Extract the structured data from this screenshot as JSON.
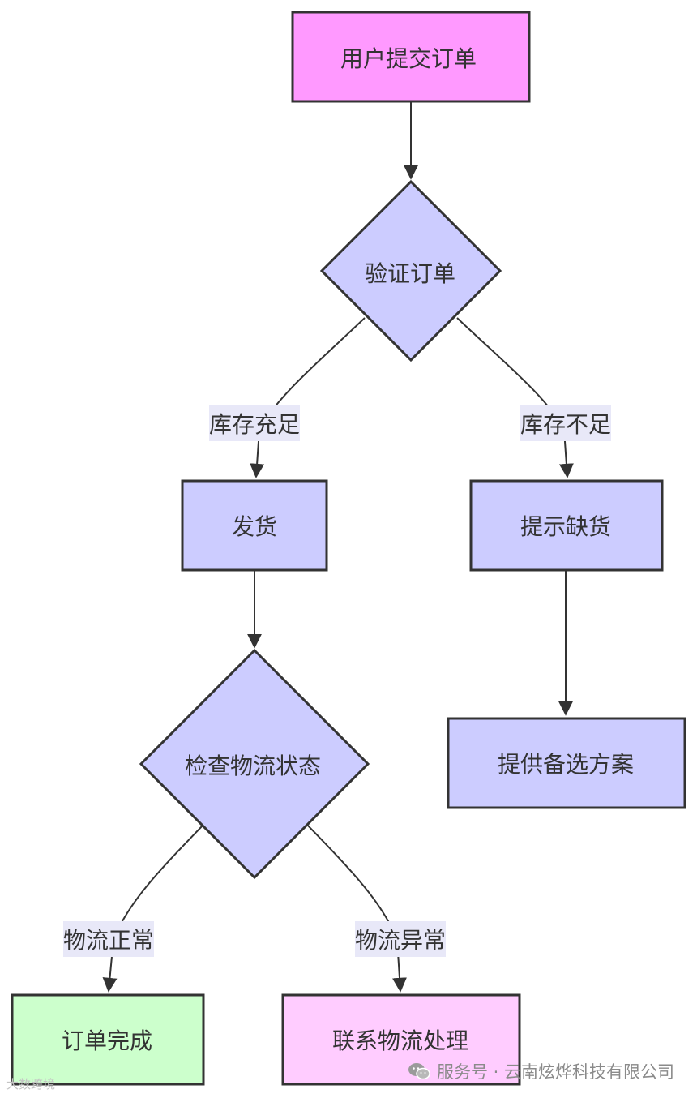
{
  "diagram": {
    "type": "flowchart",
    "nodes": {
      "submit": {
        "label": "用户提交订单",
        "shape": "rect",
        "fill": "#ff99ff"
      },
      "verify": {
        "label": "验证订单",
        "shape": "diamond",
        "fill": "#ccccff"
      },
      "ship": {
        "label": "发货",
        "shape": "rect",
        "fill": "#ccccff"
      },
      "shortage": {
        "label": "提示缺货",
        "shape": "rect",
        "fill": "#ccccff"
      },
      "check": {
        "label": "检查物流状态",
        "shape": "diamond",
        "fill": "#ccccff"
      },
      "alternative": {
        "label": "提供备选方案",
        "shape": "rect",
        "fill": "#ccccff"
      },
      "complete": {
        "label": "订单完成",
        "shape": "rect",
        "fill": "#ccffcc"
      },
      "contact": {
        "label": "联系物流处理",
        "shape": "rect",
        "fill": "#ffccff"
      }
    },
    "edges": [
      {
        "from": "submit",
        "to": "verify",
        "label": ""
      },
      {
        "from": "verify",
        "to": "ship",
        "label": "库存充足"
      },
      {
        "from": "verify",
        "to": "shortage",
        "label": "库存不足"
      },
      {
        "from": "ship",
        "to": "check",
        "label": ""
      },
      {
        "from": "shortage",
        "to": "alternative",
        "label": ""
      },
      {
        "from": "check",
        "to": "complete",
        "label": "物流正常"
      },
      {
        "from": "check",
        "to": "contact",
        "label": "物流异常"
      }
    ],
    "colors": {
      "stroke": "#333333",
      "edge_label_bg": "#e8e8f8"
    }
  },
  "watermark": {
    "right_text": "服务号 · 云南炫烨科技有限公司",
    "right_icon": "wechat-icon",
    "left_text": "大数跨境"
  }
}
